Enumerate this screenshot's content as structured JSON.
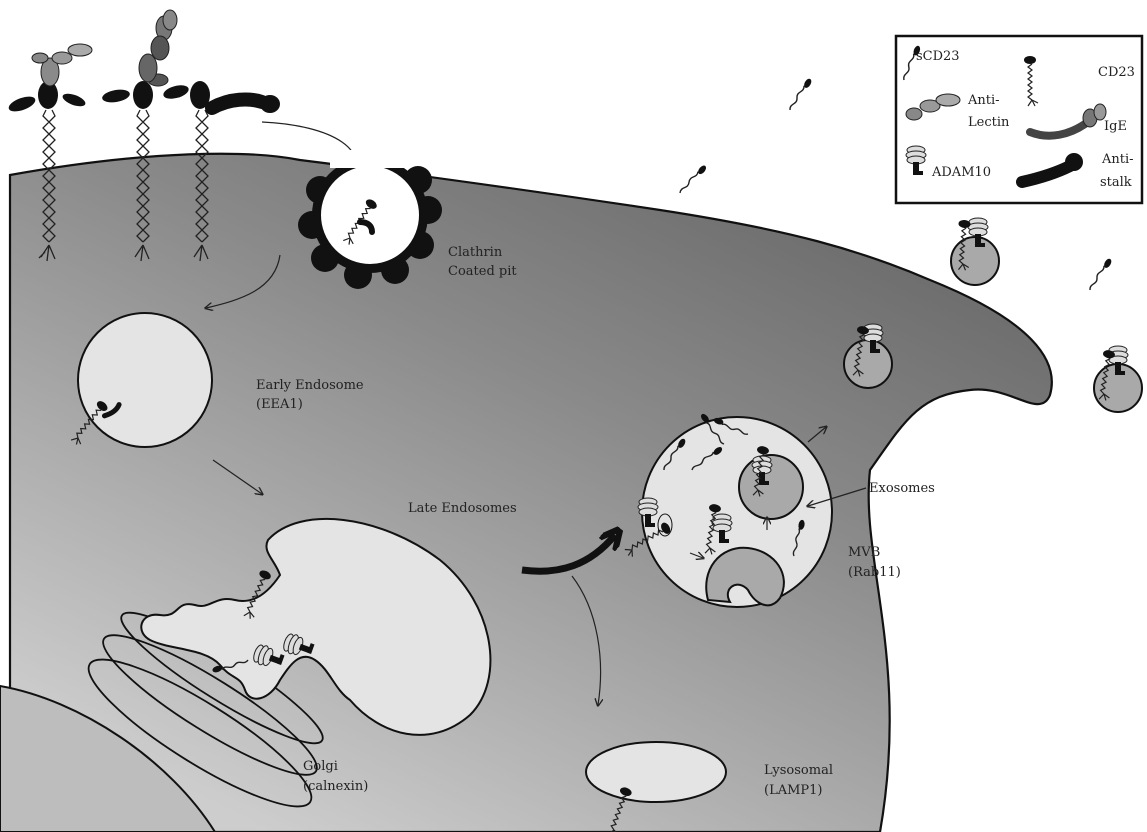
{
  "labels": {
    "clathrin_1": "Clathrin",
    "clathrin_2": "Coated pit",
    "early_endosome_1": "Early Endosome",
    "early_endosome_2": "(EEA1)",
    "late_endosomes": "Late Endosomes",
    "exosomes": "Exosomes",
    "mvb_1": "MVB",
    "mvb_2": "(Rab11)",
    "golgi_1": "Golgi",
    "golgi_2": "(calnexin)",
    "lysosomal_1": "Lysosomal",
    "lysosomal_2": "(LAMP1)"
  },
  "legend": {
    "scd23": "sCD23",
    "cd23": "CD23",
    "anti_lectin_1": "Anti-",
    "anti_lectin_2": "Lectin",
    "ige": "IgE",
    "adam10": "ADAM10",
    "anti_stalk_1": "Anti-",
    "anti_stalk_2": "stalk"
  },
  "colors": {
    "cell_dark": "#6e6e6e",
    "cell_light": "#bdbdbd",
    "vesicle_fill": "#e4e4e4",
    "exosome_fill": "#a9a9a9",
    "ink": "#1a1a1a"
  }
}
